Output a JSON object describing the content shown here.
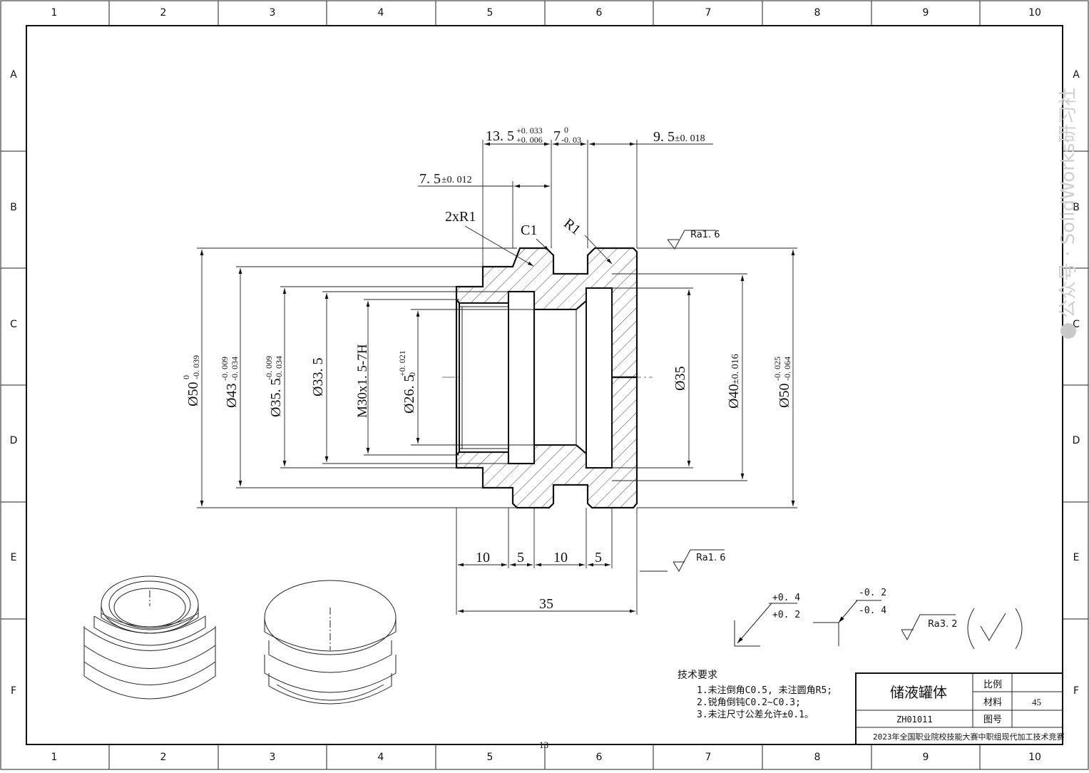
{
  "border": {
    "columns": [
      "1",
      "2",
      "3",
      "4",
      "5",
      "6",
      "7",
      "8",
      "9",
      "10"
    ],
    "rows": [
      "A",
      "B",
      "C",
      "D",
      "E",
      "F"
    ]
  },
  "watermark": "公众号 · SolidWorks研习社",
  "page_number": "13",
  "dimensions": {
    "top": {
      "d1": "13. 5",
      "d1_tol_upper": "+0. 033",
      "d1_tol_lower": "+0. 006",
      "d2": "7",
      "d2_tol_upper": "0",
      "d2_tol_lower": "-0. 03",
      "d3": "9. 5",
      "d3_tol": "±0. 018",
      "d4": "7. 5",
      "d4_tol": "±0. 012"
    },
    "callouts": {
      "fillet": "2xR1",
      "chamfer": "C1",
      "radius": "R1"
    },
    "left": [
      {
        "base": "Ø50",
        "tol_upper": "0",
        "tol_lower": "-0. 039"
      },
      {
        "base": "Ø43",
        "tol_upper": "-0. 009",
        "tol_lower": "-0. 034"
      },
      {
        "base": "Ø35. 5",
        "tol_upper": "-0. 009",
        "tol_lower": "-0. 034"
      },
      {
        "base": "Ø33. 5",
        "tol_upper": "",
        "tol_lower": ""
      },
      {
        "base": "M30x1. 5-7H",
        "tol_upper": "",
        "tol_lower": ""
      },
      {
        "base": "Ø26. 5",
        "tol_upper": "+0. 021",
        "tol_lower": "0"
      }
    ],
    "right": [
      {
        "base": "Ø35",
        "tol_upper": "",
        "tol_lower": ""
      },
      {
        "base": "Ø40",
        "tol": "±0. 016"
      },
      {
        "base": "Ø50",
        "tol_upper": "-0. 025",
        "tol_lower": "-0. 064"
      }
    ],
    "bottom": {
      "b1": "10",
      "b2": "5",
      "b3": "10",
      "b4": "5",
      "total": "35"
    }
  },
  "roughness": {
    "top_right": "Ra1. 6",
    "bottom_right": "Ra1. 6"
  },
  "legend": {
    "sym1_upper": "+0. 4",
    "sym1_lower": "+0. 2",
    "sym2_upper": "-0. 2",
    "sym2_lower": "-0. 4",
    "sym3": "Ra3. 2"
  },
  "tech_requirements": {
    "title": "技术要求",
    "items": [
      "1.未注倒角C0.5, 未注圆角R5;",
      "2.锐角倒钝C0.2~C0.3;",
      "3.未注尺寸公差允许±0.1。"
    ]
  },
  "title_block": {
    "part_name": "储液罐体",
    "scale_label": "比例",
    "scale_value": "",
    "material_label": "材料",
    "material_value": "45",
    "drawing_no_label": "图号",
    "drawing_no_value": "",
    "code": "ZH01011",
    "competition": "2023年全国职业院校技能大赛中职组现代加工技术竞赛"
  }
}
